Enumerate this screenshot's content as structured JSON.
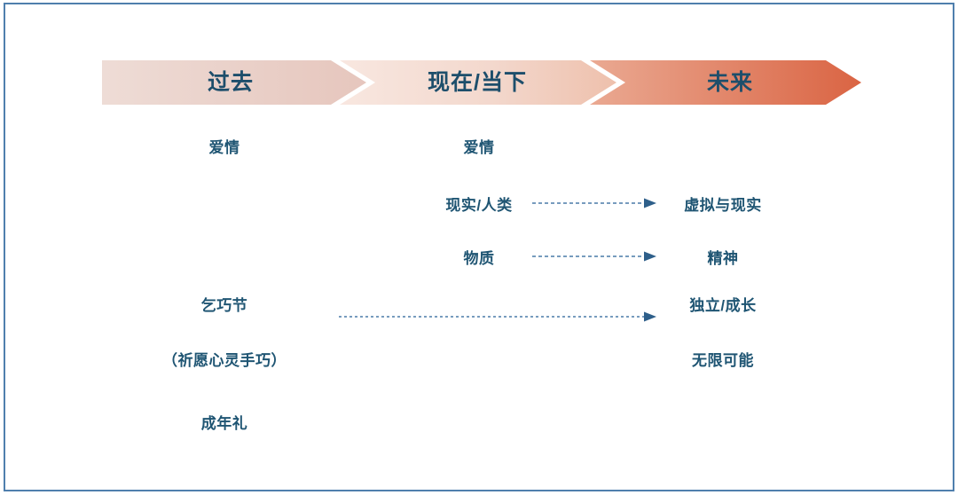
{
  "slide": {
    "border_color": "#4f7fad",
    "background": "#ffffff",
    "text_color": "#1f5573"
  },
  "banner": {
    "segments": [
      {
        "label": "过去",
        "fill_start": "#ead5ce",
        "fill_end": "#e8cbc4"
      },
      {
        "label": "现在/当下",
        "fill_start": "#f6e3dc",
        "fill_end": "#eec5b4"
      },
      {
        "label": "未来",
        "fill_start": "#e8a089",
        "fill_end": "#dd6a49"
      }
    ]
  },
  "columns": {
    "past": "过去",
    "present": "现在/当下",
    "future": "未来"
  },
  "rows": [
    {
      "id": "love",
      "past": "爱情",
      "present": "爱情",
      "future": "",
      "arrow": false
    },
    {
      "id": "reality",
      "past": "",
      "present": "现实/人类",
      "future": "虚拟与现实",
      "arrow": true,
      "arrow_kind": "short"
    },
    {
      "id": "material",
      "past": "",
      "present": "物质",
      "future": "精神",
      "arrow": true,
      "arrow_kind": "short"
    },
    {
      "id": "festival",
      "past": "乞巧节",
      "present": "",
      "future": "独立/成长",
      "arrow": true,
      "arrow_kind": "long"
    },
    {
      "id": "wish",
      "past": "（祈愿心灵手巧）",
      "present": "",
      "future": "无限可能",
      "arrow": false
    },
    {
      "id": "coming_of_age",
      "past": "成年礼",
      "present": "",
      "future": "",
      "arrow": false
    }
  ],
  "arrows": {
    "line_color": "#4a7ca8",
    "head_color": "#2e5f8a",
    "style": "dashed",
    "direction": "left-to-right"
  }
}
